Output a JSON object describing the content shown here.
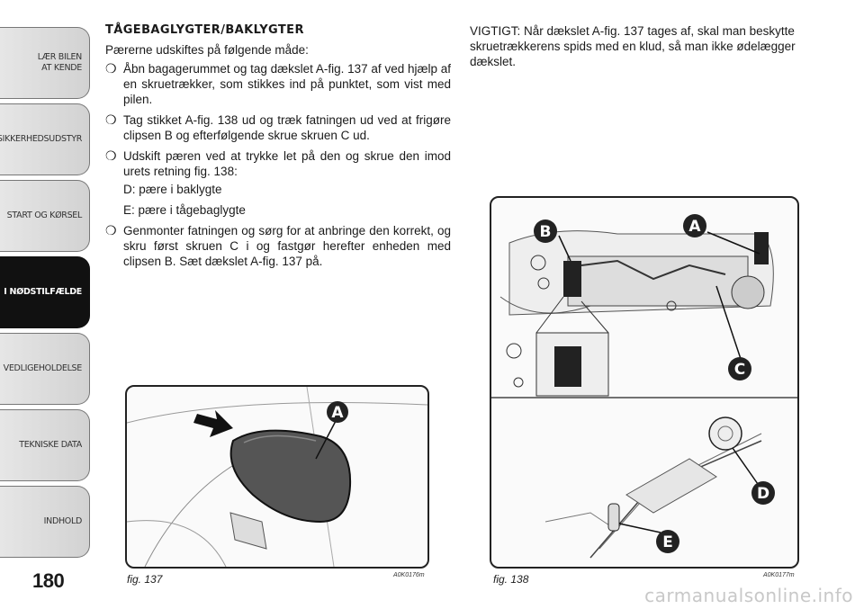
{
  "nav_tabs": [
    {
      "label_line1": "LÆR BILEN",
      "label_line2": "AT KENDE"
    },
    {
      "label_line1": "SIKKERHEDSUDSTYR",
      "label_line2": ""
    },
    {
      "label_line1": "START OG KØRSEL",
      "label_line2": ""
    },
    {
      "label_line1": "I NØDSTILFÆLDE",
      "label_line2": ""
    },
    {
      "label_line1": "VEDLIGEHOLDELSE",
      "label_line2": ""
    },
    {
      "label_line1": "TEKNISKE DATA",
      "label_line2": ""
    },
    {
      "label_line1": "INDHOLD",
      "label_line2": ""
    }
  ],
  "page_number": "180",
  "section": {
    "title": "TÅGEBAGLYGTER/BAKLYGTER",
    "intro": "Pærerne udskiftes på følgende måde:",
    "bullet_symbol": "❍",
    "steps": [
      "Åbn bagagerummet og tag dækslet A-fig. 137 af ved hjælp af en skruetrækker, som stikkes ind på punktet, som vist med pilen.",
      "Tag stikket A-fig. 138 ud og træk fatningen ud ved at frigøre clipsen B og efterfølgende skrue skruen C ud.",
      "Udskift pæren ved at trykke let på den og skrue den imod urets retning fig. 138:",
      "Genmonter fatningen og sørg for at anbringe den korrekt, og skru først skruen C i og fastgør herefter enheden med clipsen B. Sæt dækslet A-fig. 137 på."
    ],
    "sub_d": "D: pære i baklygte",
    "sub_e": "E: pære i tågebaglygte"
  },
  "note": "VIGTIGT: Når dækslet A-fig. 137 tages af, skal man beskytte skruetrækkerens spids med en klud, så man ikke ødelægger dækslet.",
  "figures": {
    "fig137": {
      "caption": "fig. 137",
      "code": "A0K0176m",
      "labels": [
        "A"
      ]
    },
    "fig138": {
      "caption": "fig. 138",
      "code": "A0K0177m",
      "labels": [
        "A",
        "B",
        "C",
        "D",
        "E"
      ]
    }
  },
  "watermark": "carmanualsonline.info"
}
